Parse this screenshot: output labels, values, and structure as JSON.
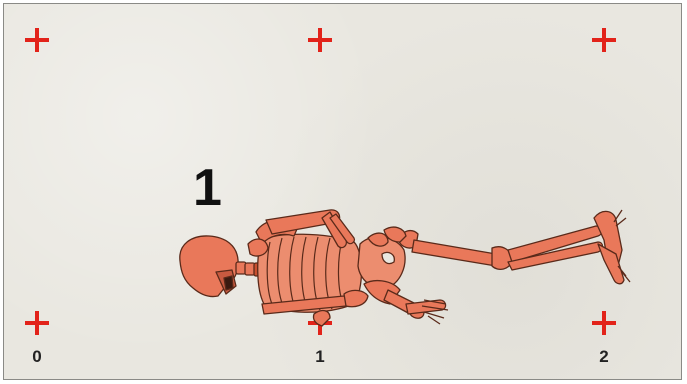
{
  "burial": {
    "number": "1"
  },
  "scale": {
    "labels": [
      "0",
      "1",
      "2"
    ]
  },
  "colors": {
    "marker": "#e2231a",
    "bone_fill": "#e9785a",
    "bone_outline": "#5a2a1a",
    "background": "#e9e7e0"
  }
}
